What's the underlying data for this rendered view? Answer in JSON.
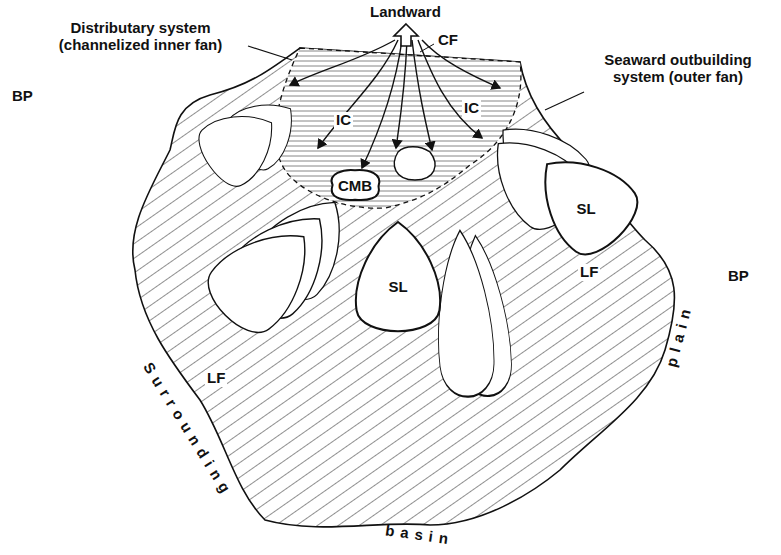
{
  "diagram": {
    "nodes": [
      {
        "text": [
          "CMB"
        ]
      },
      {
        "text": [
          "SL"
        ]
      },
      {
        "text": [
          "SL"
        ]
      }
    ],
    "labels": [
      "Landward",
      "CF",
      "Distributary system (channelized inner fan)",
      "Seaward outbuilding system (outer fan)",
      "BP",
      "BP",
      "IC",
      "IC",
      "LF",
      "LF",
      "Surrounding",
      "plain",
      "basin"
    ]
  }
}
